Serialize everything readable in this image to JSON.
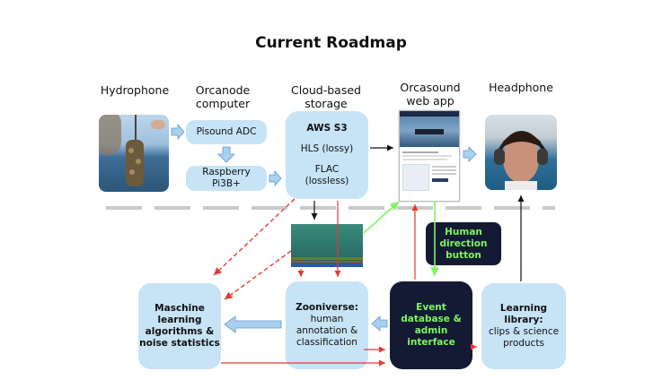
{
  "title": "Current Roadmap",
  "columns": {
    "hydrophone": "Hydrophone",
    "orcanode": [
      "Orcanode",
      "computer"
    ],
    "storage": [
      "Cloud-based",
      "storage"
    ],
    "webapp": [
      "Orcasound",
      "web app"
    ],
    "headphone": "Headphone"
  },
  "boxes": {
    "pisound": "Pisound ADC",
    "raspberry": [
      "Raspberry",
      "Pi3B+"
    ],
    "aws": {
      "name": "AWS S3",
      "hls": "HLS (lossy)",
      "flac": [
        "FLAC",
        "(lossless)"
      ]
    },
    "ml": [
      "Maschine",
      "learning",
      "algorithms &",
      "noise statistics"
    ],
    "zooniverse": {
      "name": "Zooniverse:",
      "rest": [
        "human",
        "annotation &",
        "classification"
      ]
    },
    "event_db": [
      "Event",
      "database &",
      "admin",
      "interface"
    ],
    "learning": {
      "name": [
        "Learning",
        "library:"
      ],
      "rest": [
        "clips & science",
        "products"
      ]
    },
    "human_button": [
      "Human",
      "direction",
      "button"
    ]
  },
  "colors": {
    "box_fill": "#c7e3f6",
    "dark_fill": "#141a34",
    "green": "#7ef55a",
    "red": "#e53935",
    "arrow_blue": "#a9cfee"
  },
  "icons": [
    "hydrophone-photo",
    "spectrogram-image",
    "web-app-screenshot",
    "headphone-photo"
  ]
}
